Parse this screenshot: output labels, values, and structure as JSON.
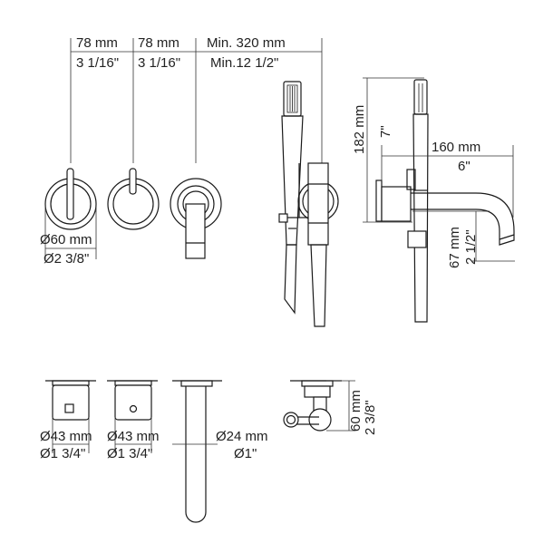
{
  "dimensions": {
    "spacing_1_mm": "78 mm",
    "spacing_1_in": "3 1/16\"",
    "spacing_2_mm": "78 mm",
    "spacing_2_in": "3 1/16\"",
    "min_mm": "Min. 320 mm",
    "min_in": "Min.12 1/2\"",
    "handle_height_mm": "182 mm",
    "handle_height_in": "7\"",
    "spout_length_mm": "160 mm",
    "spout_length_in": "6\"",
    "spout_drop_mm": "67 mm",
    "spout_drop_in": "2 1/2\"",
    "rosette_dia_mm": "Ø60 mm",
    "rosette_dia_in": "Ø2 3/8\"",
    "knob_1_mm": "Ø43 mm",
    "knob_1_in": "Ø1 3/4\"",
    "knob_2_mm": "Ø43 mm",
    "knob_2_in": "Ø1 3/4\"",
    "spout_dia_mm": "Ø24 mm",
    "spout_dia_in": "Ø1\"",
    "holder_depth_mm": "60 mm",
    "holder_depth_in": "2 3/8\""
  }
}
